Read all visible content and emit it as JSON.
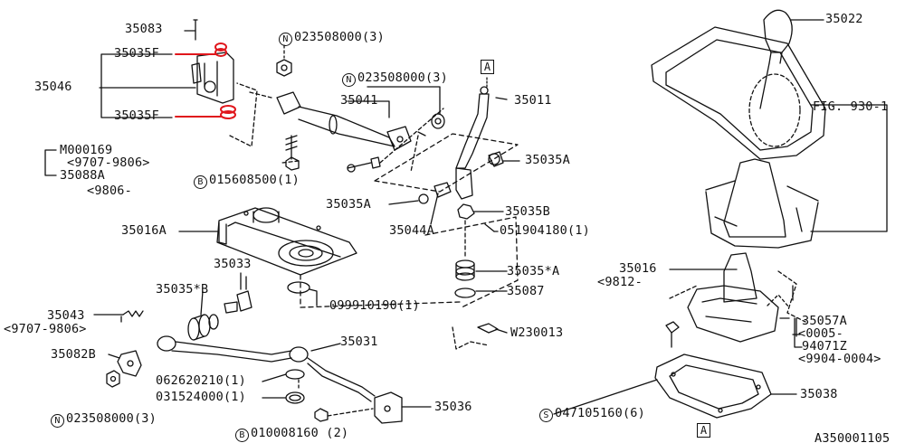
{
  "colors": {
    "line": "#111111",
    "highlight": "#e0161c"
  },
  "labels": {
    "p35083": "35083",
    "p35035F_top": "35035F",
    "p35035F_bot": "35035F",
    "p35046": "35046",
    "n023508000_a": "023508000(3)",
    "n023508000_b": "023508000(3)",
    "p35041": "35041",
    "p35011": "35011",
    "m000169": "M000169",
    "r9707_9806_a": "<9707-9806>",
    "p35088A": "35088A",
    "r9806": "<9806-",
    "b015608500": "015608500(1)",
    "p35035A_r": "35035A",
    "p35035A_l": "35035A",
    "p35044A": "35044A",
    "p35035B": "35035B",
    "n051904180": "051904180(1)",
    "p35016A": "35016A",
    "p35033": "35033",
    "p35035starA": "35035*A",
    "p35035starB": "35035*B",
    "p35087": "35087",
    "n099910190": "099910190(1)",
    "p35043": "35043",
    "r9707_9806_b": "<9707-9806>",
    "w230013": "W230013",
    "p35031": "35031",
    "p35082B": "35082B",
    "n062620210": "062620210(1)",
    "n031524000": "031524000(1)",
    "p35036": "35036",
    "n023508000_c": "023508000(3)",
    "b010008160": "010008160 (2)",
    "p35022": "35022",
    "fig930": "FIG. 930-1",
    "p35016": "35016",
    "r9812": "<9812-",
    "p35057A": "35057A",
    "r0005": "<0005-",
    "p94071Z": "94071Z",
    "r9904_0004": "<9904-0004>",
    "p35038": "35038",
    "s047105160": "047105160(6)",
    "ref_A": "A",
    "diagram_id": "A350001105"
  },
  "markers": {
    "N": "N",
    "B": "B",
    "S": "S"
  }
}
